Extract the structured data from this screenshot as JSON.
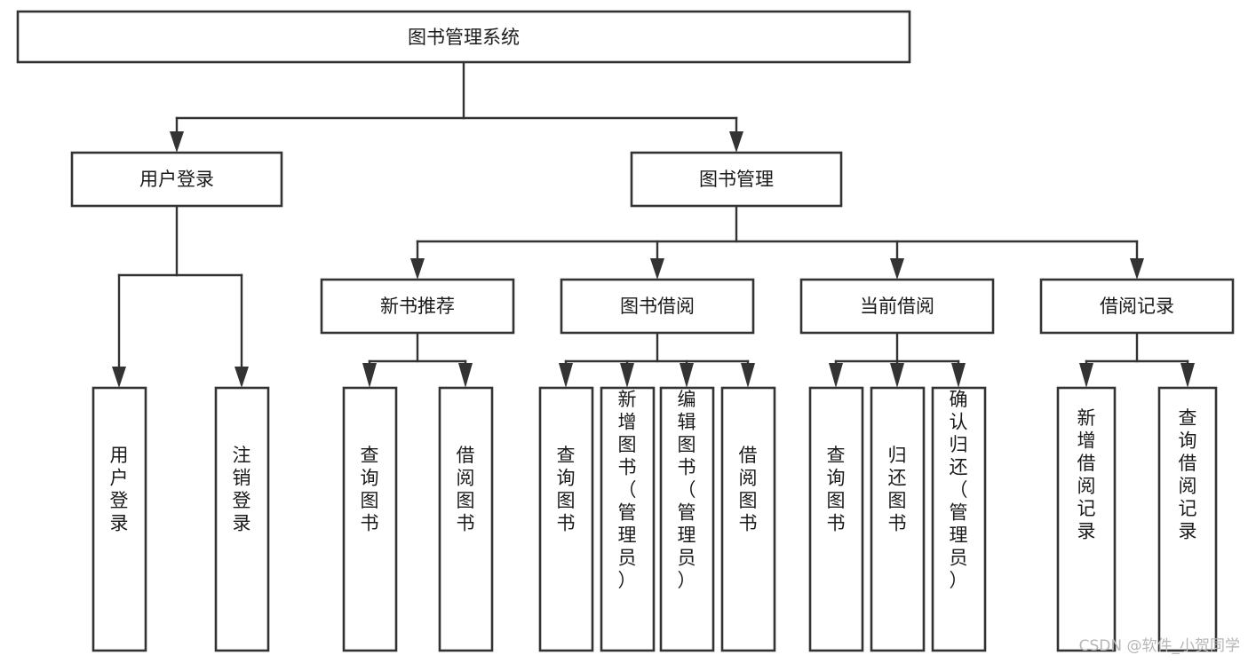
{
  "diagram": {
    "title": "图书管理系统",
    "type": "tree-hierarchy-diagram",
    "watermark": "CSDN @软件_小贺同学",
    "colors": {
      "box_stroke": "#333333",
      "box_fill": "#ffffff",
      "connector": "#333333",
      "text": "#1a1a1a",
      "watermark": "#b6b6b6",
      "background": "#ffffff"
    },
    "nodes": {
      "root": {
        "label": "图书管理系统"
      },
      "level2": [
        {
          "label": "用户登录"
        },
        {
          "label": "图书管理"
        }
      ],
      "level3": [
        {
          "label": "新书推荐"
        },
        {
          "label": "图书借阅"
        },
        {
          "label": "当前借阅"
        },
        {
          "label": "借阅记录"
        }
      ],
      "leaves_user_login": [
        {
          "label": "用户登录"
        },
        {
          "label": "注销登录"
        }
      ],
      "leaves_new_book": [
        {
          "label": "查询图书"
        },
        {
          "label": "借阅图书"
        }
      ],
      "leaves_borrow": [
        {
          "label": "查询图书"
        },
        {
          "label": "新增图书（管理员）"
        },
        {
          "label": "编辑图书（管理员）"
        },
        {
          "label": "借阅图书"
        }
      ],
      "leaves_current": [
        {
          "label": "查询图书"
        },
        {
          "label": "归还图书"
        },
        {
          "label": "确认归还（管理员）"
        }
      ],
      "leaves_record": [
        {
          "label": "新增借阅记录"
        },
        {
          "label": "查询借阅记录"
        }
      ]
    }
  },
  "chart_data": {
    "type": "table",
    "title": "图书管理系统",
    "xlabel": "",
    "ylabel": "",
    "categories": [
      "用户登录",
      "图书管理"
    ],
    "series": [
      {
        "name": "用户登录",
        "values": [
          "用户登录",
          "注销登录"
        ]
      },
      {
        "name": "图书管理",
        "values": [
          "新书推荐",
          "图书借阅",
          "当前借阅",
          "借阅记录"
        ]
      },
      {
        "name": "新书推荐",
        "values": [
          "查询图书",
          "借阅图书"
        ]
      },
      {
        "name": "图书借阅",
        "values": [
          "查询图书",
          "新增图书（管理员）",
          "编辑图书（管理员）",
          "借阅图书"
        ]
      },
      {
        "name": "当前借阅",
        "values": [
          "查询图书",
          "归还图书",
          "确认归还（管理员）"
        ]
      },
      {
        "name": "借阅记录",
        "values": [
          "新增借阅记录",
          "查询借阅记录"
        ]
      }
    ]
  }
}
